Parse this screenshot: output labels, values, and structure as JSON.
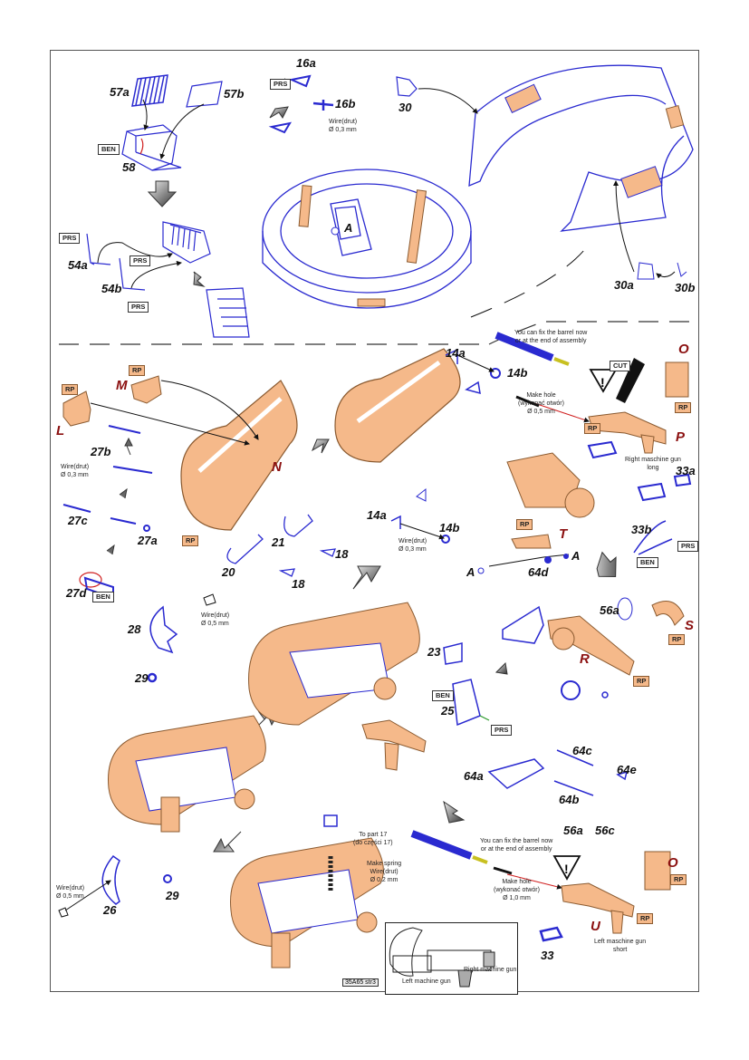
{
  "sheet_code": "35A65 str3",
  "colors": {
    "part_blue": "#2a2ad0",
    "resin": "#f5b98a",
    "resin_stroke": "#8a5a30",
    "prs_green": "#2a9a2a",
    "bend_red": "#d02020"
  },
  "tags": {
    "prs": "PRS",
    "ben": "BEN",
    "rp": "RP",
    "cut": "CUT"
  },
  "part_labels": {
    "p57a": "57a",
    "p57b": "57b",
    "p58": "58",
    "p54a": "54a",
    "p54b": "54b",
    "p16a": "16a",
    "p16b": "16b",
    "pA_top": "A",
    "p30": "30",
    "p30a": "30a",
    "p30b": "30b",
    "p14a_top": "14a",
    "p14b_top": "14b",
    "p14a_mid": "14a",
    "p14b_mid": "14b",
    "p27a": "27a",
    "p27b": "27b",
    "p27c": "27c",
    "p27d": "27d",
    "p20": "20",
    "p21": "21",
    "p18a": "18",
    "p18b": "18",
    "p33a": "33a",
    "p33b": "33b",
    "p33": "33",
    "p64d": "64d",
    "pA_left": "A",
    "pA_right": "A",
    "p28": "28",
    "p29a": "29",
    "p29b": "29",
    "p26": "26",
    "p23": "23",
    "p25": "25",
    "p56a_top": "56a",
    "p64a": "64a",
    "p64b": "64b",
    "p64c": "64c",
    "p64e": "64e",
    "p56a_bot": "56a",
    "p56c": "56c"
  },
  "resin_letters": {
    "L": "L",
    "M": "M",
    "N": "N",
    "O_top": "O",
    "P": "P",
    "T": "T",
    "R": "R",
    "S": "S",
    "O_bot": "O",
    "U": "U"
  },
  "notes": {
    "wire_16": [
      "Wire(drut)",
      "Ø 0,3 mm"
    ],
    "wire_27b": [
      "Wire(drut)",
      "Ø 0,3 mm"
    ],
    "wire_14": [
      "Wire(drut)",
      "Ø 0,3 mm"
    ],
    "wire_28": [
      "Wire(drut)",
      "Ø 0,5 mm"
    ],
    "wire_26": [
      "Wire(drut)",
      "Ø 0,5 mm"
    ],
    "barrel_top": [
      "You can fix the barrel now",
      "or at the end of assembly"
    ],
    "hole_top": [
      "Make hole",
      "(wykonać otwór)",
      "Ø 0,5 mm"
    ],
    "right_gun": [
      "Right maschine gun",
      "long"
    ],
    "spring": [
      "Make spring",
      "Wire(drut)",
      "Ø 0,2 mm"
    ],
    "to_part": [
      "To part 17",
      "(do części 17)"
    ],
    "barrel_bot": [
      "You can fix the barrel now",
      "or at the end of assembly"
    ],
    "hole_bot": [
      "Make hole",
      "(wykonać otwór)",
      "Ø 1,0 mm"
    ],
    "left_gun": [
      "Left maschine gun",
      "short"
    ]
  },
  "inset": {
    "left_label": "Left machine gun",
    "right_label": "Right machine gun"
  }
}
